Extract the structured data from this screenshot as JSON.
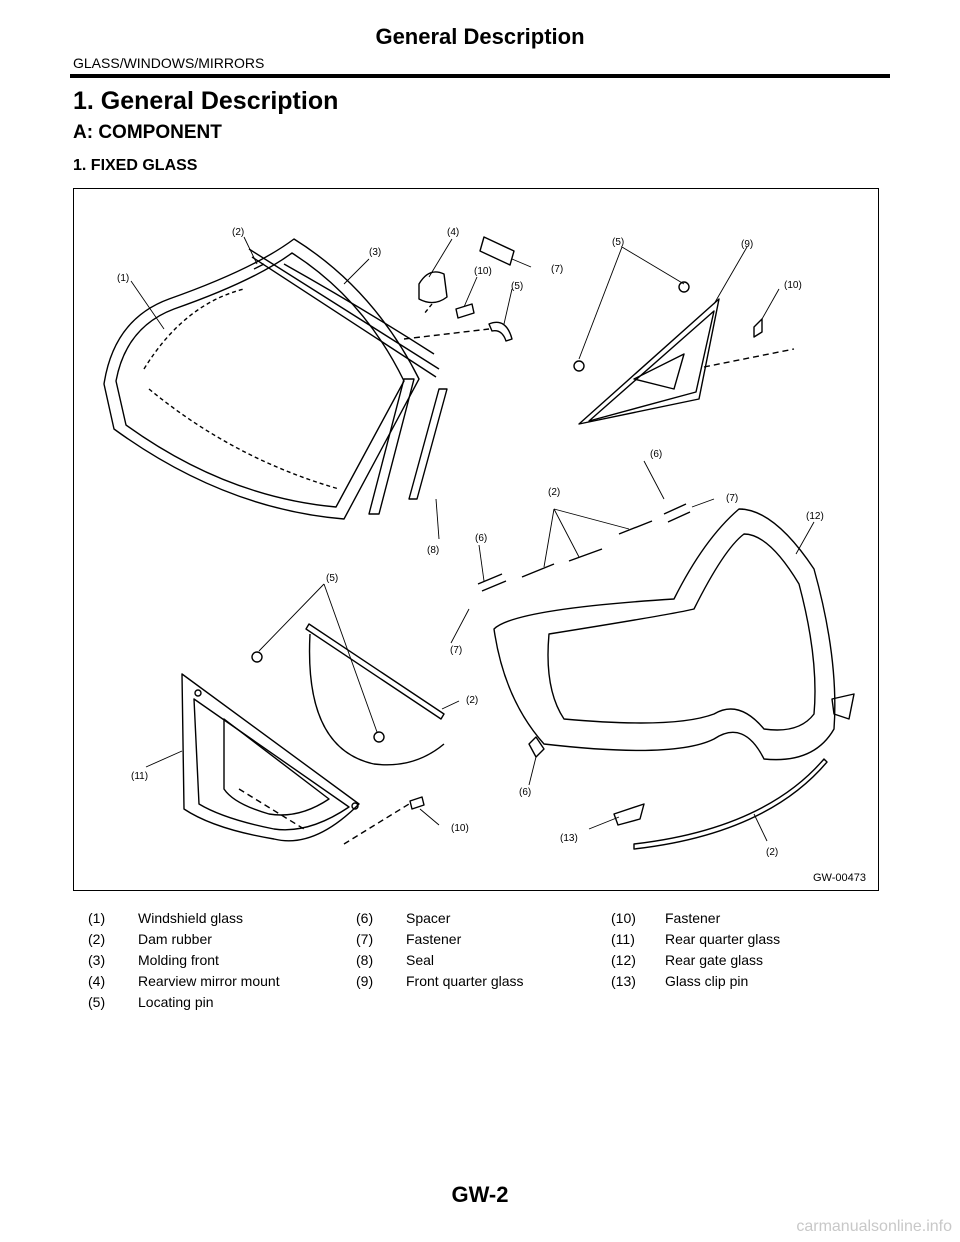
{
  "header": {
    "title": "General Description",
    "section": "GLASS/WINDOWS/MIRRORS"
  },
  "heading_1": "1. General Description",
  "heading_2": "A: COMPONENT",
  "heading_3": "1. FIXED GLASS",
  "figure": {
    "code": "GW-00473",
    "callouts": [
      "(1)",
      "(2)",
      "(3)",
      "(4)",
      "(5)",
      "(6)",
      "(7)",
      "(8)",
      "(9)",
      "(10)",
      "(11)",
      "(12)",
      "(13)"
    ]
  },
  "legend": [
    {
      "num": "(1)",
      "label": "Windshield glass"
    },
    {
      "num": "(2)",
      "label": "Dam rubber"
    },
    {
      "num": "(3)",
      "label": "Molding front"
    },
    {
      "num": "(4)",
      "label": "Rearview mirror mount"
    },
    {
      "num": "(5)",
      "label": "Locating pin"
    },
    {
      "num": "(6)",
      "label": "Spacer"
    },
    {
      "num": "(7)",
      "label": "Fastener"
    },
    {
      "num": "(8)",
      "label": "Seal"
    },
    {
      "num": "(9)",
      "label": "Front quarter glass"
    },
    {
      "num": "(10)",
      "label": "Fastener"
    },
    {
      "num": "(11)",
      "label": "Rear quarter glass"
    },
    {
      "num": "(12)",
      "label": "Rear gate glass"
    },
    {
      "num": "(13)",
      "label": "Glass clip pin"
    }
  ],
  "page_number": "GW-2",
  "watermark": "carmanualsonline.info"
}
